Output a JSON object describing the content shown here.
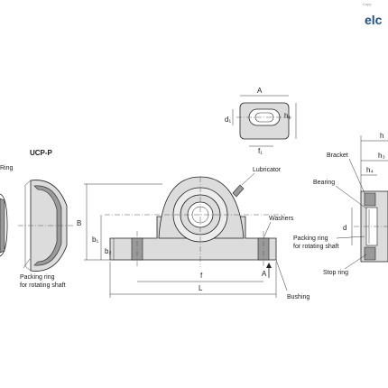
{
  "brand": {
    "logo_text": "elc",
    "copyright_text": "Copy",
    "logo_color": "#1f4e8c"
  },
  "titles": {
    "variant": "UCP-P"
  },
  "labels": {
    "ring_left": "Ring",
    "packing_ring_left_1": "Packing ring",
    "packing_ring_left_2": "for rotating shaft",
    "lubricator": "Lubricator",
    "washers": "Washers",
    "bushing": "Bushing",
    "bracket": "Bracket",
    "bearing": "Bearing",
    "packing_ring_right_1": "Packing ring",
    "packing_ring_right_2": "for rotating shaft",
    "stop_ring": "Stop ring"
  },
  "dimensions": {
    "A_top": "A",
    "d1": "d₁",
    "h1": "h₁",
    "f1": "f₁",
    "B": "B",
    "b1": "b₁",
    "b2": "b₂",
    "f": "f",
    "L": "L",
    "A_front": "A",
    "h_right": "h",
    "h3": "h₃",
    "h4": "h₄",
    "d": "d"
  }
}
